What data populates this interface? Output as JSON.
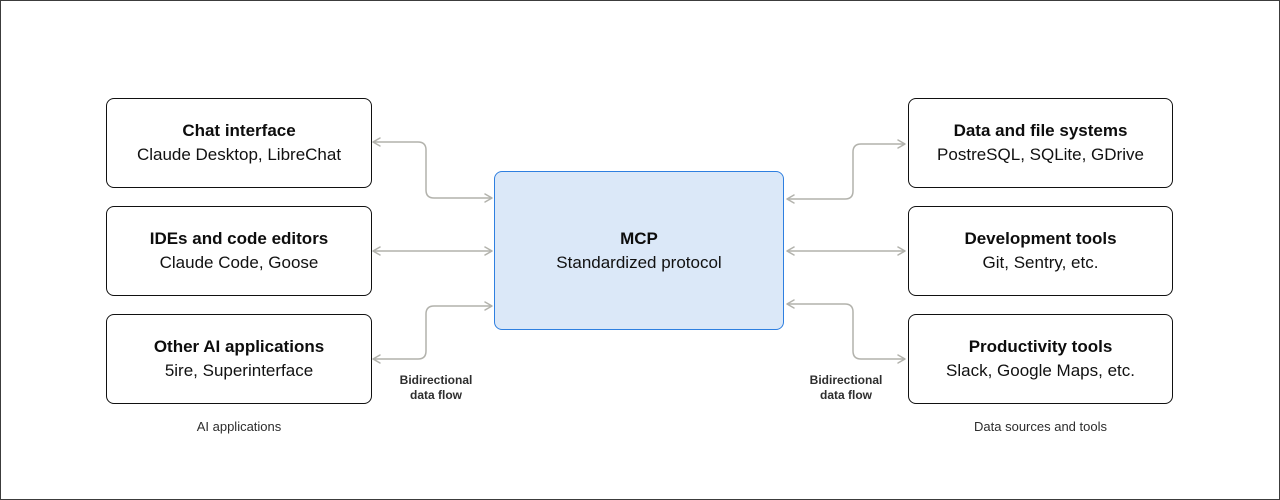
{
  "colors": {
    "box_border": "#111111",
    "mcp_fill": "#dbe8f8",
    "mcp_border": "#2e7fe0",
    "arrow": "#b2b2ac",
    "frame": "#3c3c3c"
  },
  "left_group": {
    "caption": "AI applications",
    "boxes": [
      {
        "title": "Chat interface",
        "subtitle": "Claude Desktop, LibreChat"
      },
      {
        "title": "IDEs and code editors",
        "subtitle": "Claude Code, Goose"
      },
      {
        "title": "Other AI applications",
        "subtitle": "5ire, Superinterface"
      }
    ],
    "flow_label_line1": "Bidirectional",
    "flow_label_line2": "data flow"
  },
  "center": {
    "title": "MCP",
    "subtitle": "Standardized protocol"
  },
  "right_group": {
    "caption": "Data sources and tools",
    "boxes": [
      {
        "title": "Data and file systems",
        "subtitle": "PostreSQL, SQLite, GDrive"
      },
      {
        "title": "Development tools",
        "subtitle": "Git, Sentry, etc."
      },
      {
        "title": "Productivity tools",
        "subtitle": "Slack, Google Maps, etc."
      }
    ],
    "flow_label_line1": "Bidirectional",
    "flow_label_line2": "data flow"
  }
}
